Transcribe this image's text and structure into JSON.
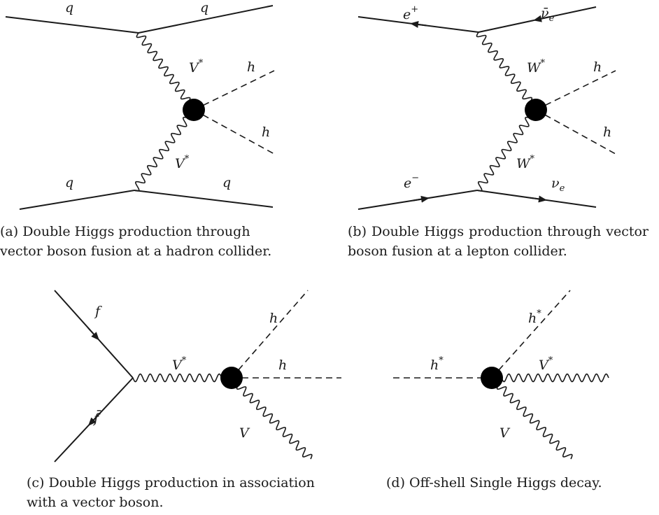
{
  "diagram_a": {
    "labels": {
      "q_top_left": "q",
      "q_top_right": "q",
      "v_top": "V",
      "v_top_sup": "*",
      "h_top": "h",
      "h_bottom": "h",
      "v_bottom": "V",
      "v_bottom_sup": "*",
      "q_bottom_left": "q",
      "q_bottom_right": "q"
    },
    "caption": "(a) Double Higgs production through vector boson fusion at a hadron collider."
  },
  "diagram_b": {
    "labels": {
      "e_plus": "e",
      "e_plus_sup": "+",
      "nubar": "ν̄",
      "nubar_sub": "e",
      "w_top": "W",
      "w_top_sup": "*",
      "h_top": "h",
      "h_bottom": "h",
      "w_bottom": "W",
      "w_bottom_sup": "*",
      "e_minus": "e",
      "e_minus_sup": "−",
      "nu": "ν",
      "nu_sub": "e"
    },
    "caption": "(b) Double Higgs production through vector boson fusion at a lepton collider."
  },
  "diagram_c": {
    "labels": {
      "f": "f",
      "fbar": "f̄",
      "v_star": "V",
      "v_star_sup": "*",
      "h_upper": "h",
      "h_right": "h",
      "v": "V"
    },
    "caption": "(c) Double Higgs production in association with a vector boson."
  },
  "diagram_d": {
    "labels": {
      "h_star_left": "h",
      "h_star_left_sup": "*",
      "h_star_top": "h",
      "h_star_top_sup": "*",
      "v_star": "V",
      "v_star_sup": "*",
      "v": "V"
    },
    "caption": "(d) Off-shell Single Higgs decay."
  }
}
